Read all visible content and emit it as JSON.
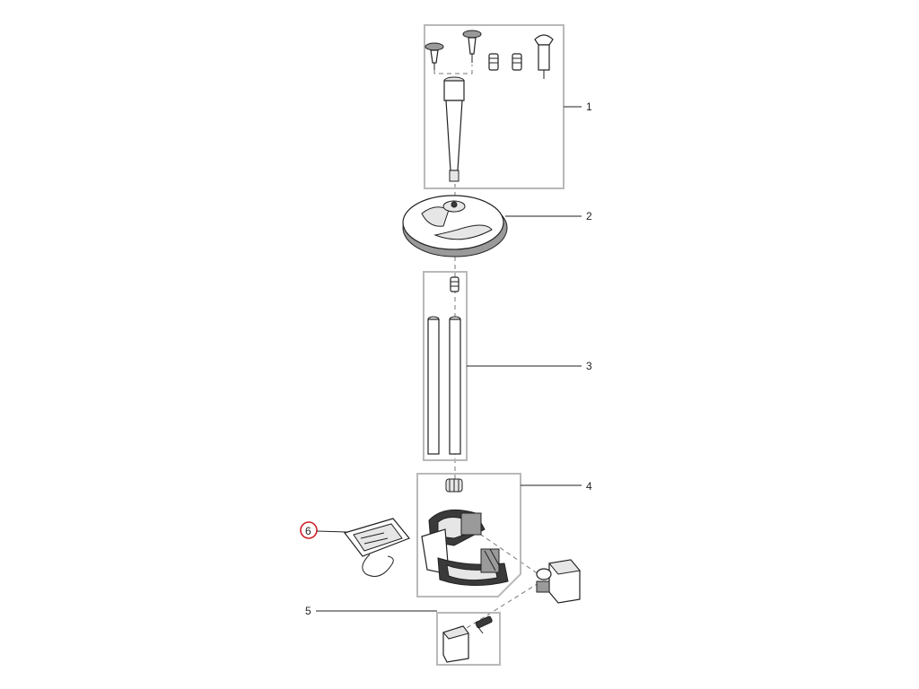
{
  "diagram": {
    "callouts": [
      "1",
      "2",
      "3",
      "4",
      "5",
      "6"
    ],
    "highlighted_callout": "6",
    "colors": {
      "frame": "#b9b9b9",
      "line": "#222222",
      "highlight": "#d0202a"
    }
  }
}
